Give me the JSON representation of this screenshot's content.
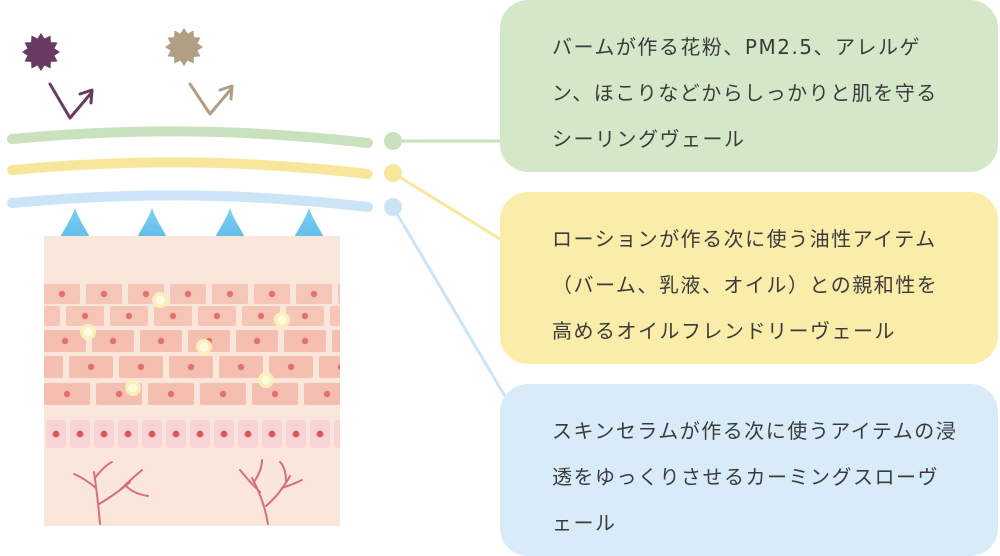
{
  "colors": {
    "veil_green": "#c9e2bd",
    "veil_yellow": "#f8e79a",
    "veil_blue": "#cbe5f6",
    "pollutant_purple": "#6a3a63",
    "pollutant_tan": "#b09f82",
    "droplet_blue": "#5ab8e8",
    "skin_base": "#fbe6dc",
    "cell_pink": "#f3b9ab",
    "capillary": "#d56e7e"
  },
  "icons": [
    "pollutant-particle-icon",
    "deflect-arrow-icon",
    "water-droplet-icon"
  ],
  "callouts": {
    "balm": {
      "text": "バームが作る花粉、PM2.5、アレルゲン、ほこりなどからしっかりと肌を守るシーリングヴェール"
    },
    "lotion": {
      "text": "ローションが作る次に使う油性アイテム（バーム、乳液、オイル）との親和性を高めるオイルフレンドリーヴェール"
    },
    "serum": {
      "text": "スキンセラムが作る次に使うアイテムの浸透をゆっくりさせるカーミングスローヴェール"
    }
  }
}
